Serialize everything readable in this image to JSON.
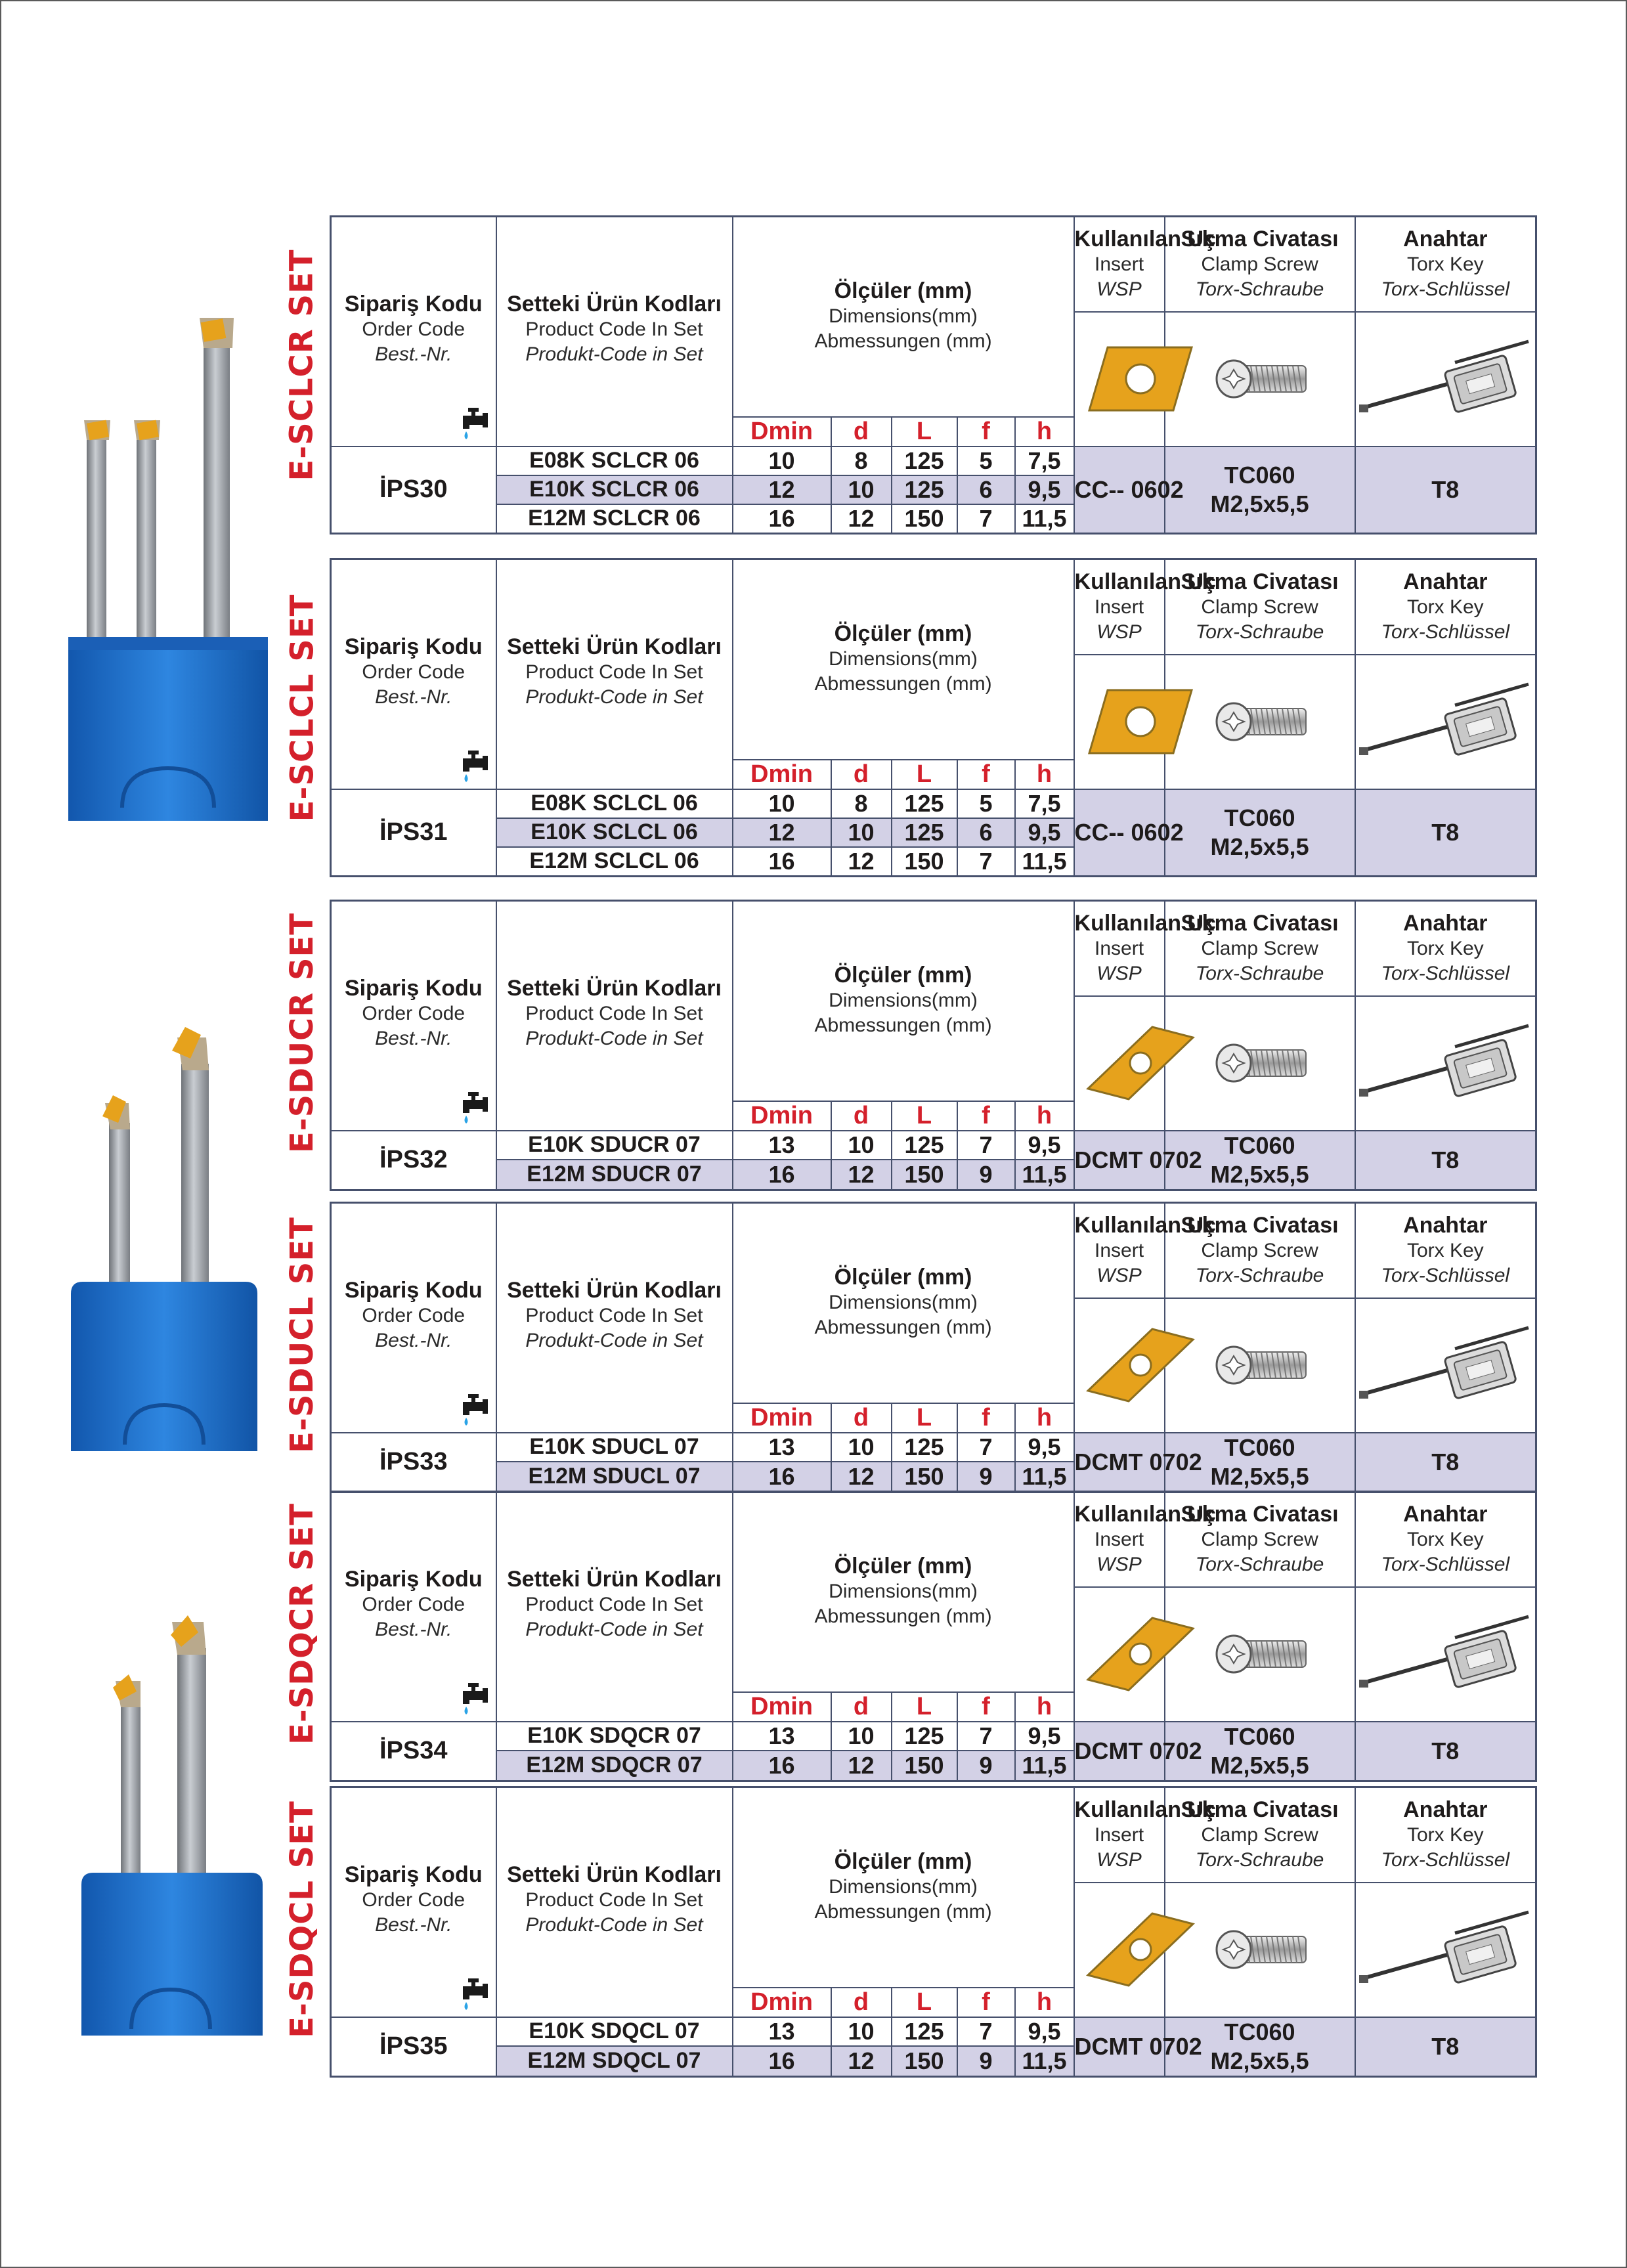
{
  "headers": {
    "order_tr": "Sipariş Kodu",
    "order_en": "Order Code",
    "order_de": "Best.-Nr.",
    "codes_tr": "Setteki Ürün Kodları",
    "codes_en": "Product Code In Set",
    "codes_de": "Produkt-Code in Set",
    "dims_tr": "Ölçüler (mm)",
    "dims_en": "Dimensions(mm)",
    "dims_de": "Abmessungen (mm)",
    "insert_tr": "Kullanılan Uç",
    "insert_en": "Insert",
    "insert_de": "WSP",
    "screw_tr": "Sıkma Civatası",
    "screw_en": "Clamp Screw",
    "screw_de": "Torx-Schraube",
    "key_tr": "Anahtar",
    "key_en": "Torx Key",
    "key_de": "Torx-Schlüssel",
    "dim_cols": [
      "Dmin",
      "d",
      "L",
      "f",
      "h"
    ]
  },
  "sections": [
    {
      "title": "E-SCLCR SET",
      "order_code": "İPS30",
      "insert": "CC-- 0602",
      "screw_line1": "TC060",
      "screw_line2": "M2,5x5,5",
      "key": "T8",
      "rows": [
        {
          "code": "E08K SCLCR 06",
          "Dmin": "10",
          "d": "8",
          "L": "125",
          "f": "5",
          "h": "7,5"
        },
        {
          "code": "E10K SCLCR 06",
          "Dmin": "12",
          "d": "10",
          "L": "125",
          "f": "6",
          "h": "9,5"
        },
        {
          "code": "E12M SCLCR 06",
          "Dmin": "16",
          "d": "12",
          "L": "150",
          "f": "7",
          "h": "11,5"
        }
      ]
    },
    {
      "title": "E-SCLCL SET",
      "order_code": "İPS31",
      "insert": "CC-- 0602",
      "screw_line1": "TC060",
      "screw_line2": "M2,5x5,5",
      "key": "T8",
      "rows": [
        {
          "code": "E08K SCLCL 06",
          "Dmin": "10",
          "d": "8",
          "L": "125",
          "f": "5",
          "h": "7,5"
        },
        {
          "code": "E10K SCLCL 06",
          "Dmin": "12",
          "d": "10",
          "L": "125",
          "f": "6",
          "h": "9,5"
        },
        {
          "code": "E12M SCLCL 06",
          "Dmin": "16",
          "d": "12",
          "L": "150",
          "f": "7",
          "h": "11,5"
        }
      ]
    },
    {
      "title": "E-SDUCR SET",
      "order_code": "İPS32",
      "insert": "DCMT 0702",
      "screw_line1": "TC060",
      "screw_line2": "M2,5x5,5",
      "key": "T8",
      "rows": [
        {
          "code": "E10K SDUCR 07",
          "Dmin": "13",
          "d": "10",
          "L": "125",
          "f": "7",
          "h": "9,5"
        },
        {
          "code": "E12M SDUCR 07",
          "Dmin": "16",
          "d": "12",
          "L": "150",
          "f": "9",
          "h": "11,5"
        }
      ]
    },
    {
      "title": "E-SDUCL SET",
      "order_code": "İPS33",
      "insert": "DCMT 0702",
      "screw_line1": "TC060",
      "screw_line2": "M2,5x5,5",
      "key": "T8",
      "rows": [
        {
          "code": "E10K SDUCL 07",
          "Dmin": "13",
          "d": "10",
          "L": "125",
          "f": "7",
          "h": "9,5"
        },
        {
          "code": "E12M SDUCL 07",
          "Dmin": "16",
          "d": "12",
          "L": "150",
          "f": "9",
          "h": "11,5"
        }
      ]
    },
    {
      "title": "E-SDQCR SET",
      "order_code": "İPS34",
      "insert": "DCMT 0702",
      "screw_line1": "TC060",
      "screw_line2": "M2,5x5,5",
      "key": "T8",
      "rows": [
        {
          "code": "E10K SDQCR 07",
          "Dmin": "13",
          "d": "10",
          "L": "125",
          "f": "7",
          "h": "9,5"
        },
        {
          "code": "E12M SDQCR 07",
          "Dmin": "16",
          "d": "12",
          "L": "150",
          "f": "9",
          "h": "11,5"
        }
      ]
    },
    {
      "title": "E-SDQCL SET",
      "order_code": "İPS35",
      "insert": "DCMT 0702",
      "screw_line1": "TC060",
      "screw_line2": "M2,5x5,5",
      "key": "T8",
      "rows": [
        {
          "code": "E10K SDQCL 07",
          "Dmin": "13",
          "d": "10",
          "L": "125",
          "f": "7",
          "h": "9,5"
        },
        {
          "code": "E12M SDQCL 07",
          "Dmin": "16",
          "d": "12",
          "L": "150",
          "f": "9",
          "h": "11,5"
        }
      ]
    }
  ],
  "colors": {
    "title_red": "#d4202b",
    "row_shade": "#d3d1e6",
    "border": "#46506c",
    "insert_gold": "#e6a21c",
    "holder_blue": "#1f6fc9"
  }
}
